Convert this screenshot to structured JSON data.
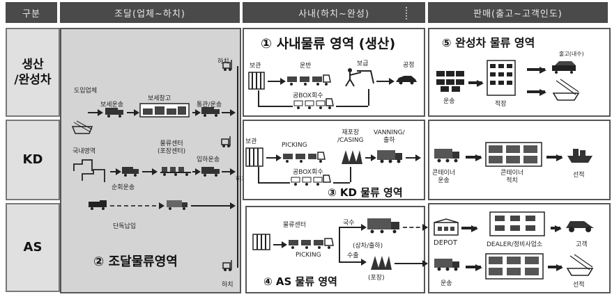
{
  "headers": {
    "category": "구분",
    "procurement": "조달(업체~하치)",
    "internal": "사내(하치~완성)",
    "sales": "판매(출고~고객인도)"
  },
  "rows": {
    "production": "생산\n/완성차",
    "kd": "KD",
    "as": "AS"
  },
  "procurement": {
    "supplier": "도입업체",
    "bonded_transport": "보세운송",
    "bonded_warehouse": "보세창고",
    "customs_transport": "통관/운송",
    "domestic_area": "국내영역",
    "logistics_center": "물류센터\n(포장센터)",
    "cycle_transport": "순회운송",
    "inbound_transport": "입하운송",
    "direct_delivery": "단독납입",
    "area_title": "② 조달물류영역",
    "unload_top": "하치",
    "unload_mid": "하치",
    "unload_bottom": "하치"
  },
  "internal_prod": {
    "title": "① 사내물류 영역 (생산)",
    "storage": "보관",
    "transport": "운반",
    "supply": "보급",
    "process": "공정",
    "empty_box": "공BOX회수"
  },
  "internal_kd": {
    "storage": "보관",
    "picking": "PICKING",
    "packing": "재포장\n/CASING",
    "vanning": "VANNING/\n출하",
    "empty_box": "공BOX회수",
    "title": "③ KD 물류 영역"
  },
  "internal_as": {
    "center": "물류센터",
    "picking": "PICKING",
    "domestic": "국수",
    "domestic_mode": "(상차/출하)",
    "export": "수출",
    "export_mode": "(포장)",
    "title": "④ AS 물류 영역"
  },
  "sales_prod": {
    "title": "⑤ 완성차 물류 영역",
    "shipping_label": "출고(내수)",
    "transport": "운송",
    "yard": "적장"
  },
  "sales_kd": {
    "container_transport": "콘테이너\n운송",
    "container_yard": "콘테이너\n적치",
    "ship": "선적"
  },
  "sales_as": {
    "depot": "DEPOT",
    "dealer": "DEALER/정비사업소",
    "customer": "고객",
    "transport": "운송",
    "ship": "선적"
  }
}
